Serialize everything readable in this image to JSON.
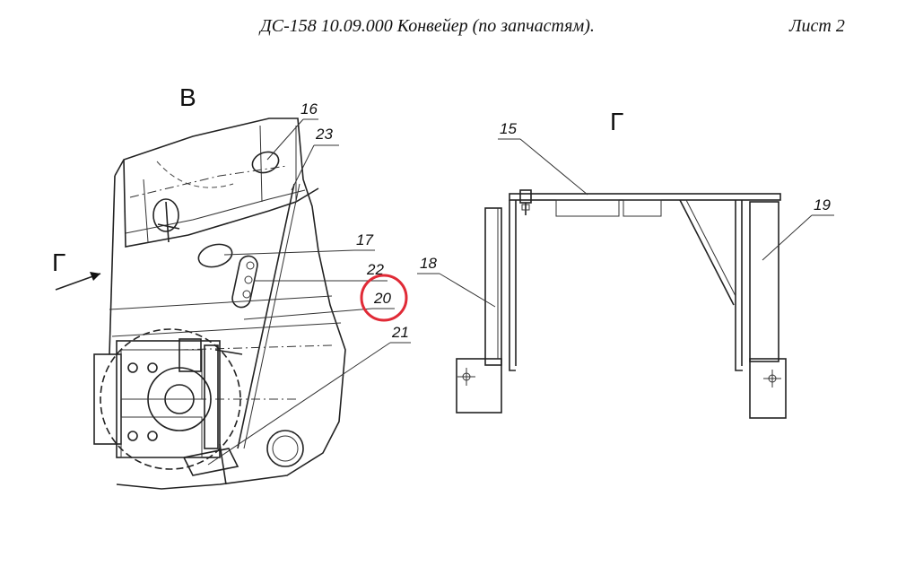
{
  "header": {
    "title": "ДС-158 10.09.000 Конвейер (по запчастям).",
    "sheet": "Лист 2"
  },
  "views": {
    "left_view_label": "В",
    "right_view_label": "Г",
    "direction_label": "Г"
  },
  "callouts": {
    "p16": "16",
    "p23": "23",
    "p17": "17",
    "p22": "22",
    "p20": "20",
    "p21": "21",
    "p15": "15",
    "p18": "18",
    "p19": "19"
  },
  "highlight": {
    "target": "20",
    "color": "#e02a36"
  }
}
